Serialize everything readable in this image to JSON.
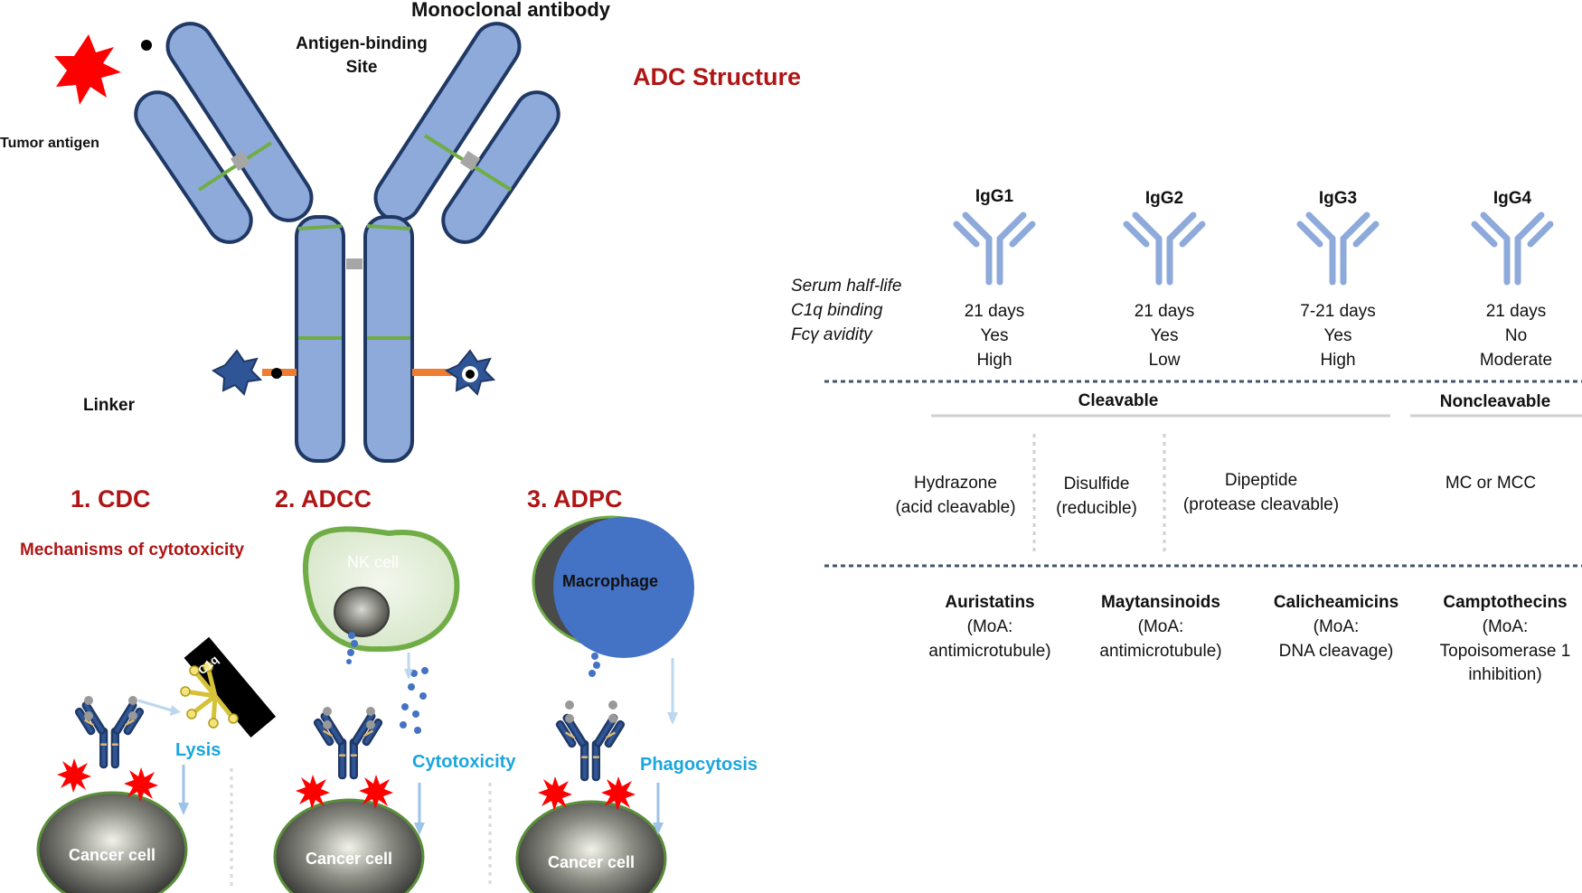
{
  "antibody": {
    "monoclonal_label": "Monoclonal antibody",
    "antigen_binding_label": "Antigen-binding Site",
    "tumor_antigen_label": "Tumor antigen",
    "linker_label": "Linker",
    "adc_title": "ADC Structure"
  },
  "mechanisms": {
    "subtitle": "Mechanisms of cytotoxicity",
    "cdc": {
      "title": "1. CDC",
      "effect": "Lysis",
      "c1q": "C1q",
      "cell": "Cancer cell"
    },
    "adcc": {
      "title": "2. ADCC",
      "effect": "Cytotoxicity",
      "effector": "NK cell",
      "cell": "Cancer cell"
    },
    "adpc": {
      "title": "3. ADPC",
      "effect": "Phagocytosis",
      "effector": "Macrophage",
      "cell": "Cancer cell"
    }
  },
  "igg_table": {
    "row_labels": [
      "Serum half-life",
      "C1q binding",
      "Fcγ avidity"
    ],
    "subclasses": [
      {
        "name": "IgG1",
        "half_life": "21 days",
        "c1q": "Yes",
        "avidity": "High"
      },
      {
        "name": "IgG2",
        "half_life": "21 days",
        "c1q": "Yes",
        "avidity": "Low"
      },
      {
        "name": "IgG3",
        "half_life": "7-21 days",
        "c1q": "Yes",
        "avidity": "High"
      },
      {
        "name": "IgG4",
        "half_life": "21 days",
        "c1q": "No",
        "avidity": "Moderate"
      }
    ]
  },
  "linkers": {
    "cleavable_header": "Cleavable",
    "noncleavable_header": "Noncleavable",
    "items": [
      {
        "name": "Hydrazone",
        "detail": "(acid cleavable)"
      },
      {
        "name": "Disulfide",
        "detail": "(reducible)"
      },
      {
        "name": "Dipeptide",
        "detail": "(protease cleavable)"
      },
      {
        "name": "MC or MCC",
        "detail": ""
      }
    ]
  },
  "payloads": [
    {
      "name": "Auristatins",
      "moa": "(MoA:",
      "moa2": "antimicrotubule)",
      "moa3": ""
    },
    {
      "name": "Maytansinoids",
      "moa": "(MoA:",
      "moa2": "antimicrotubule)",
      "moa3": ""
    },
    {
      "name": "Calicheamicins",
      "moa": "(MoA:",
      "moa2": "DNA cleavage)",
      "moa3": ""
    },
    {
      "name": "Camptothecins",
      "moa": "(MoA:",
      "moa2": "Topoisomerase 1",
      "moa3": "inhibition)"
    }
  ],
  "colors": {
    "antibody_fill": "#8eaadb",
    "antibody_stroke": "#1f3864",
    "hinge_green": "#70ad47",
    "linker_orange": "#ed7d31",
    "drug_blue": "#2f5597",
    "tumor_red": "#ff0000",
    "title_red": "#b01515",
    "effect_cyan": "#1aa6de",
    "macrophage_blue": "#4472c4"
  }
}
